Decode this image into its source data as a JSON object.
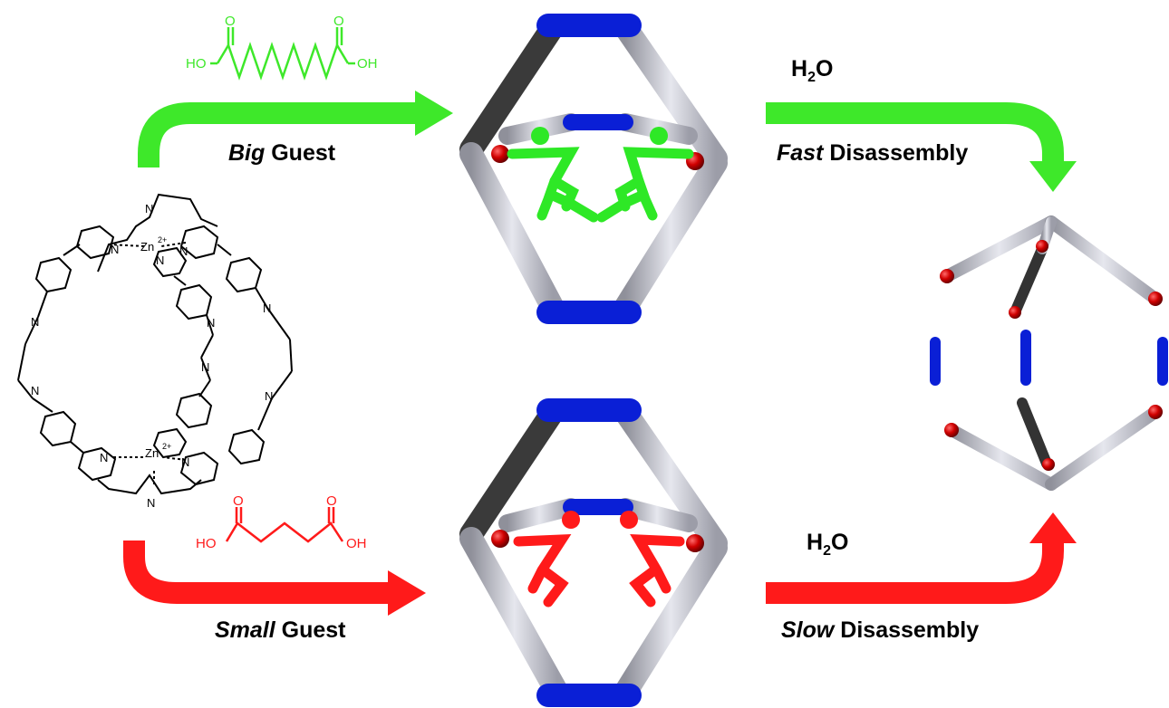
{
  "labels": {
    "big_guest_em": "Big",
    "big_guest_rest": " Guest",
    "small_guest_em": "Small",
    "small_guest_rest": " Guest",
    "fast_em": "Fast",
    "fast_rest": " Disassembly",
    "slow_em": "Slow",
    "slow_rest": " Disassembly",
    "water_top_main": "H",
    "water_top_sub": "2",
    "water_top_end": "O",
    "water_bottom_main": "H",
    "water_bottom_sub": "2",
    "water_bottom_end": "O"
  },
  "chem": {
    "oxygen": "O",
    "ho": "HO",
    "oh": "OH",
    "nitrogen": "N",
    "zinc": "Zn",
    "zinc_charge": "2+"
  },
  "colors": {
    "big_path": "#3ee82a",
    "small_path": "#ff1a1a",
    "cage_bar": "#c9cad4",
    "cage_dark": "#3a3a3a",
    "nitrogen": "#0a1fd6",
    "oxygen": "#e00000"
  }
}
